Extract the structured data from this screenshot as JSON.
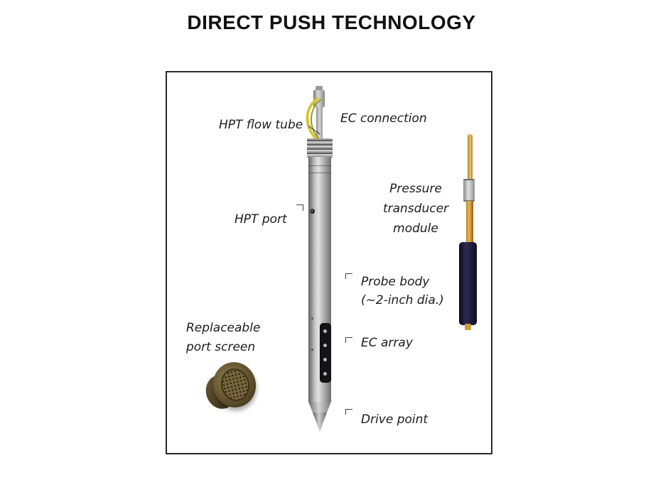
{
  "title": "DIRECT PUSH TECHNOLOGY",
  "diagram": {
    "labels": {
      "hpt_flow_tube": "HPT flow tube",
      "ec_connection": "EC connection",
      "hpt_port": "HPT port",
      "pressure_transducer": {
        "line1": "Pressure",
        "line2": "transducer",
        "line3": "module"
      },
      "probe_body": {
        "line1": "Probe body",
        "line2": "(~2-inch dia.)"
      },
      "ec_array": "EC array",
      "replaceable_port_screen": {
        "line1": "Replaceable",
        "line2": "port screen"
      },
      "drive_point": "Drive point"
    },
    "colors": {
      "probe_body_gray": "#b5b5b5",
      "ec_array_black": "#141418",
      "wire_yellow": "#d8c72e",
      "transducer_rod_gold": "#c79a3c",
      "transducer_sleeve_navy": "#16132d",
      "port_screen_bronze": "#76653a",
      "frame_border": "#2a2a2a"
    }
  }
}
